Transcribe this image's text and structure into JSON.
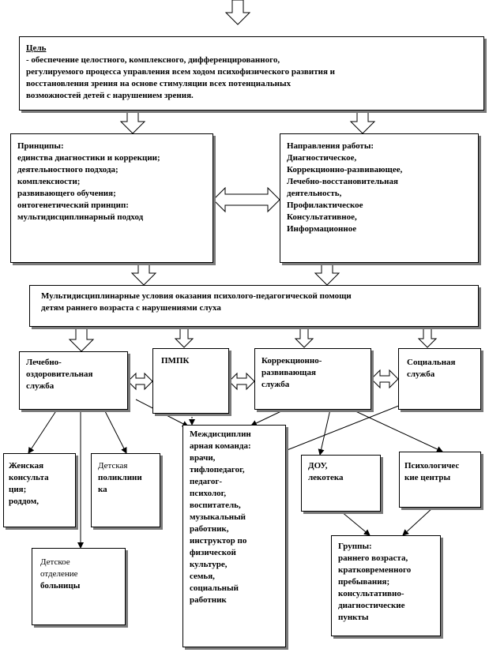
{
  "goal": {
    "label": "Цель",
    "rest": "- обеспечение целостного, комплексного, дифференцированного,",
    "lines": [
      "регулируемого  процесса управления всем ходом  психофизического  развития и",
      "восстановления зрения на основе стимуляции всех потенциальных",
      "возможностей детей с нарушением  зрения."
    ]
  },
  "principles": {
    "title": "Принципы:",
    "lines": [
      "единства диагностики и коррекции;",
      "деятельностного подхода;",
      "комплексности;",
      "развивающего обучения;",
      "онтогенетический принцип:",
      "мультидисциплинарный  подход"
    ]
  },
  "directions": {
    "title": "Направления работы:",
    "lines": [
      "Диагностическое,",
      "Коррекционно-развивающее,",
      "Лечебно-восстановительная",
      "деятельность,",
      " Профилактическое",
      "Консультативное,",
      "Информационное"
    ]
  },
  "conditions": {
    "lines": [
      "Мультидисциплинарные  условия оказания психолого-педагогической помощи",
      "детям раннего возраста с нарушениями  слуха"
    ]
  },
  "medical": {
    "lines": [
      "Лечебно-",
      "оздоровительная",
      "служба"
    ]
  },
  "pmpk": {
    "lines": [
      "ПМПК"
    ]
  },
  "correction": {
    "lines": [
      "Коррекционно-",
      "развивающая",
      "служба"
    ]
  },
  "social": {
    "lines": [
      "Социальная",
      "служба"
    ]
  },
  "consult": {
    "lines": [
      "Женская",
      "консульта",
      "ция;",
      "роддом,"
    ]
  },
  "clinic": {
    "lines": [
      "Детская",
      "поликлини",
      "ка"
    ]
  },
  "hospital": {
    "lines": [
      "Детское",
      "отделение",
      "больницы"
    ]
  },
  "team": {
    "title_lines": [
      "Междисциплин",
      "арная команда:"
    ],
    "lines": [
      "врачи,",
      "тифлопедагог,",
      "педагог-",
      "психолог,",
      "воспитатель,",
      "музыкальный",
      "работник,",
      "инструктор по",
      "физической",
      "культуре,",
      "семья,",
      "социальный",
      "работник"
    ]
  },
  "dou": {
    "lines": [
      "ДОУ,",
      "лекотека"
    ]
  },
  "psych": {
    "lines": [
      "Психологичес",
      "кие центры"
    ]
  },
  "groups": {
    "title": "Группы:",
    "lines": [
      "раннего возраста,",
      "кратковременного",
      "пребывания;",
      "консультативно-",
      "диагностические",
      "пункты"
    ]
  }
}
